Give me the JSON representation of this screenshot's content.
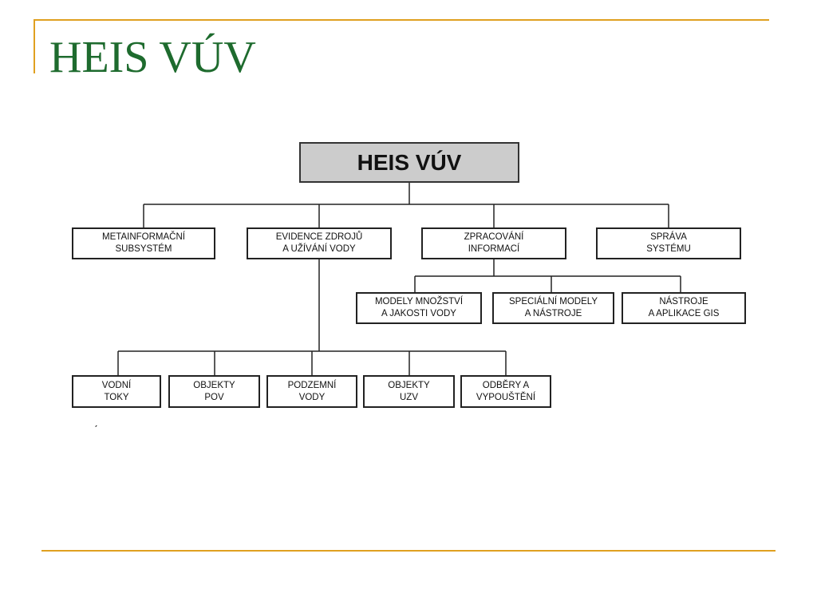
{
  "slide": {
    "title": "HEIS VÚV",
    "stray_mark": "ˊ"
  },
  "diagram": {
    "root": "HEIS VÚV",
    "level1": [
      "METAINFORMAČNÍ\nSUBSYSTÉM",
      "EVIDENCE ZDROJŮ\nA UŽÍVÁNÍ VODY",
      "ZPRACOVÁNÍ\nINFORMACÍ",
      "SPRÁVA\nSYSTÉMU"
    ],
    "processing_children": [
      "MODELY MNOŽSTVÍ\nA JAKOSTI VODY",
      "SPECIÁLNÍ MODELY\nA NÁSTROJE",
      "NÁSTROJE\nA APLIKACE GIS"
    ],
    "evidence_children": [
      "VODNÍ\nTOKY",
      "OBJEKTY\nPOV",
      "PODZEMNÍ\nVODY",
      "OBJEKTY\nUZV",
      "ODBĚRY A\nVYPOUŠTĚNÍ"
    ]
  }
}
